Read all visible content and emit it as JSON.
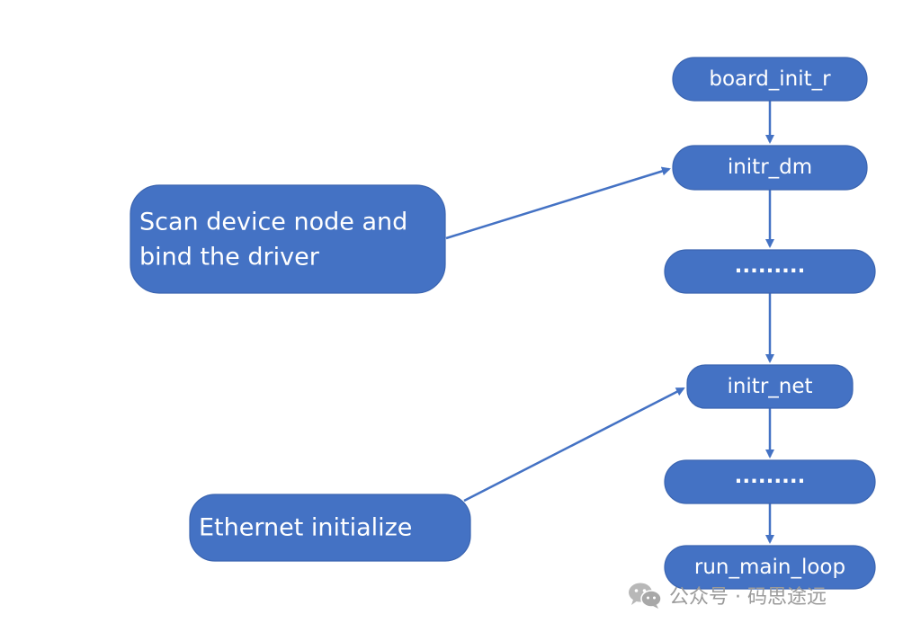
{
  "nodes": {
    "board_init_r": "board_init_r",
    "initr_dm": "initr_dm",
    "ellipsis_1": ".........",
    "initr_net": "initr_net",
    "ellipsis_2": ".........",
    "run_main_loop": "run_main_loop"
  },
  "notes": {
    "scan_line1": "Scan device node and",
    "scan_line2": "bind the driver",
    "ethernet": "Ethernet initialize"
  },
  "watermark": {
    "text": "公众号 · 码思途远",
    "icon": "wechat-icon"
  },
  "colors": {
    "box_fill": "#4472C4",
    "box_stroke": "#3A64B0",
    "arrow": "#4472C4",
    "text": "#FFFFFF",
    "watermark": "#9A9A9A"
  }
}
